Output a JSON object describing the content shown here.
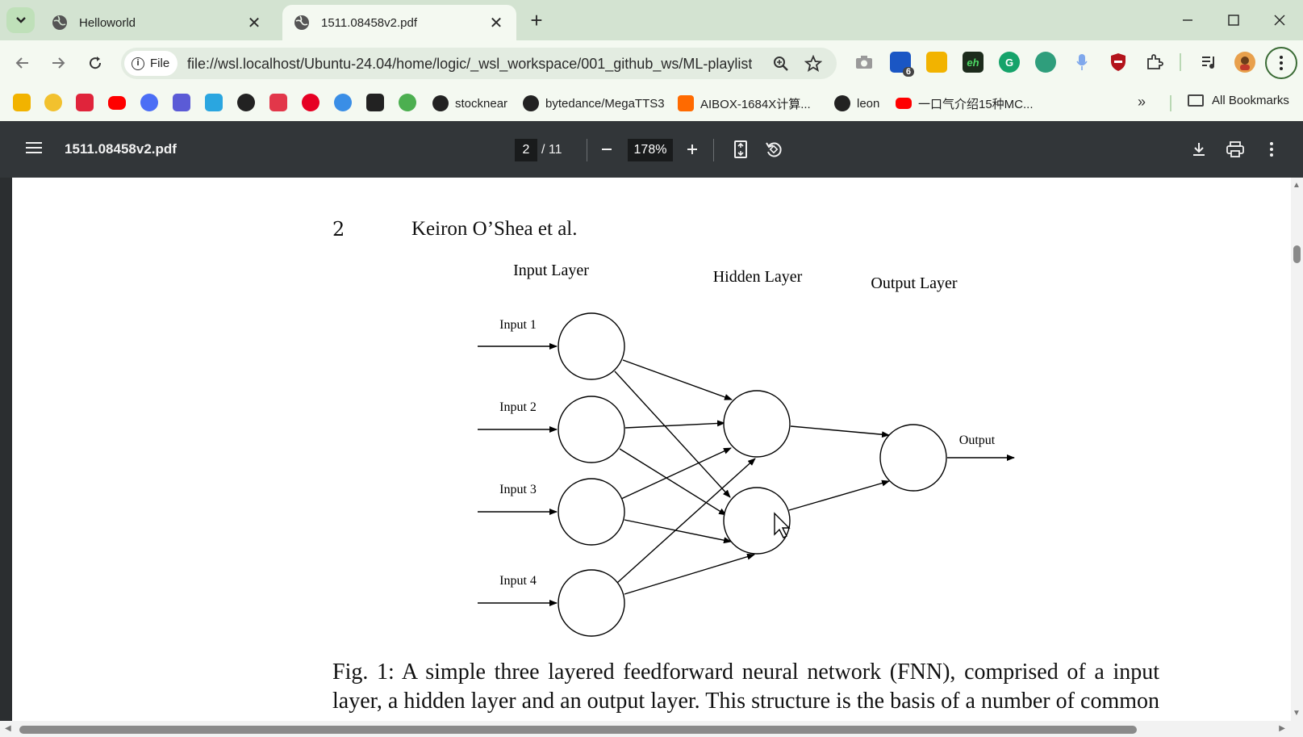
{
  "browser": {
    "tabs": [
      {
        "title": "Helloworld",
        "active": false
      },
      {
        "title": "1511.08458v2.pdf",
        "active": true
      }
    ],
    "new_tab": "+",
    "omnibox": {
      "chip": "File",
      "url": "file://wsl.localhost/Ubuntu-24.04/home/logic/_wsl_workspace/001_github_ws/ML-playlist/..."
    },
    "extension_badge": "6",
    "bookmarks": [
      {
        "label": "stocknear",
        "icon": "github-icon"
      },
      {
        "label": "bytedance/MegaTTS3",
        "icon": "github-icon"
      },
      {
        "label": "AIBOX-1684X计算...",
        "icon": "taobao-icon"
      },
      {
        "label": "leon",
        "icon": "github-icon"
      },
      {
        "label": "一口气介绍15种MC...",
        "icon": "youtube-icon"
      }
    ],
    "all_bookmarks": "All Bookmarks",
    "more": "»"
  },
  "pdf": {
    "filename": "1511.08458v2.pdf",
    "page_current": "2",
    "page_total": "/ 11",
    "zoom": "178%"
  },
  "document": {
    "page_number": "2",
    "running_head": "Keiron O’Shea et al.",
    "caption": "Fig. 1: A simple three layered feedforward neural network (FNN), comprised of a input layer, a hidden layer and an output layer. This structure is the basis of a number of common ANN architectures, included but not limited to Feed"
  },
  "diagram": {
    "layer_titles": [
      "Input Layer",
      "Hidden Layer",
      "Output Layer"
    ],
    "input_labels": [
      "Input 1",
      "Input 2",
      "Input 3",
      "Input 4"
    ],
    "output_label": "Output"
  },
  "colors": {
    "tabstrip": "#d3e3d1",
    "toolbar": "#f4f9f1",
    "pdf_toolbar": "#323639"
  }
}
